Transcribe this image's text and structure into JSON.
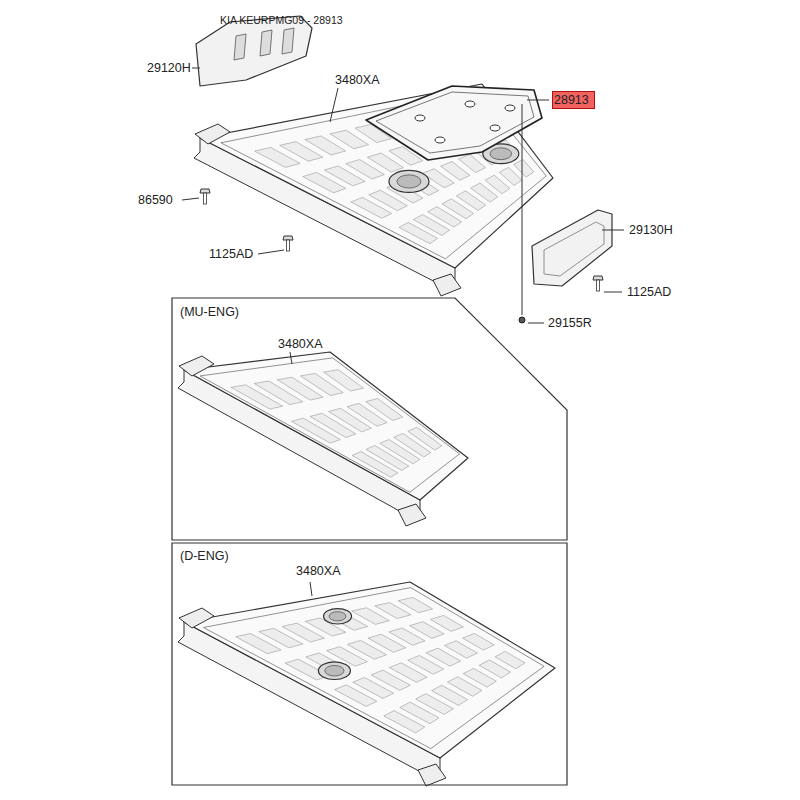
{
  "diagram": {
    "title": "KIA KEURPMG09 - 28913",
    "nodes": [
      {
        "text": [
          "28913"
        ]
      },
      {
        "text": [
          "(MU-ENG)",
          "3480XA"
        ]
      },
      {
        "text": [
          "(D-ENG)",
          "3480XA"
        ]
      }
    ],
    "labels": [
      "29120H",
      "3480XA",
      "86590",
      "1125AD",
      "29130H",
      "1125AD",
      "29155R"
    ]
  }
}
